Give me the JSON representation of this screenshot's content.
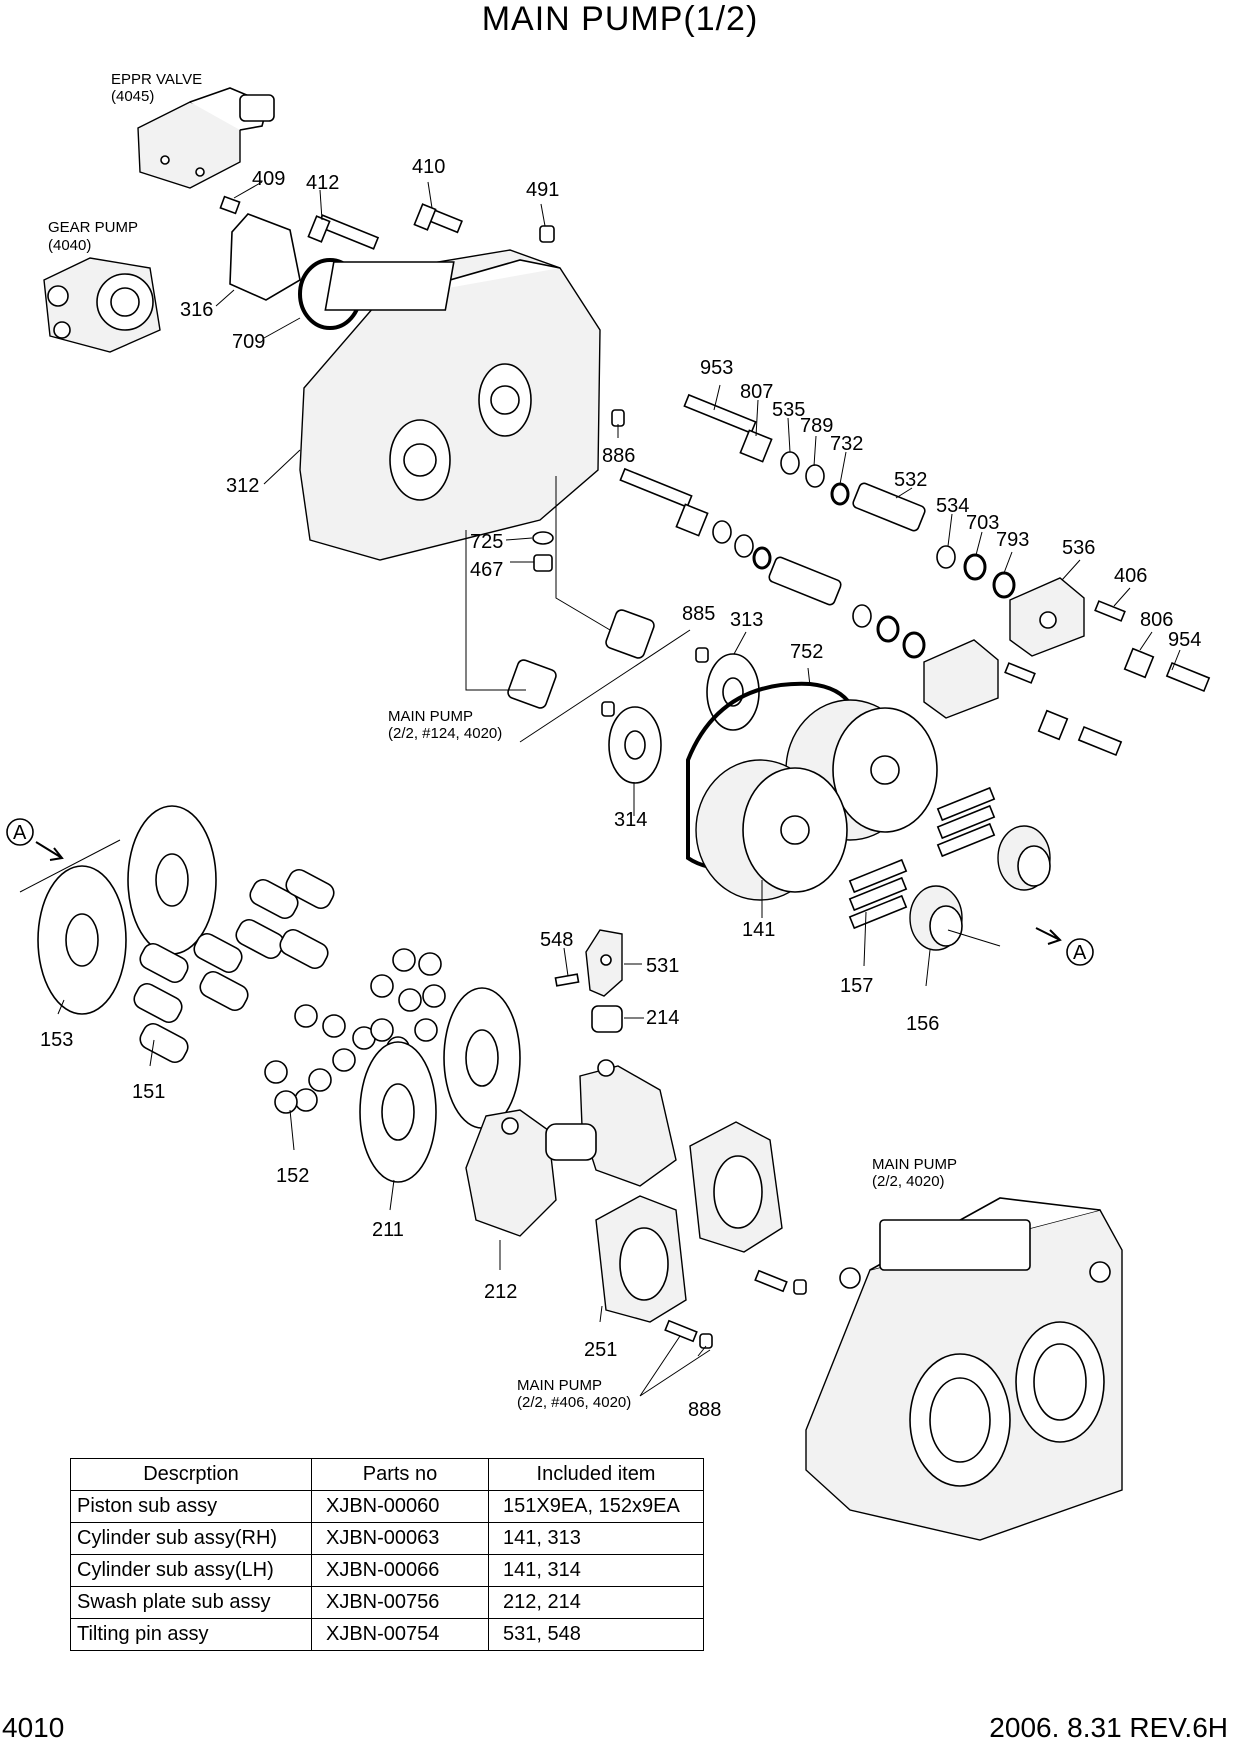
{
  "title": "MAIN PUMP(1/2)",
  "refs": {
    "eppr_valve": "EPPR VALVE",
    "eppr_code": "(4045)",
    "gear_pump": "GEAR PUMP",
    "gear_code": "(4040)",
    "main_pump_124": "MAIN PUMP",
    "main_pump_124_code": "(2/2, #124, 4020)",
    "main_pump_4020": "MAIN PUMP",
    "main_pump_4020_code": "(2/2, 4020)",
    "main_pump_406": "MAIN PUMP",
    "main_pump_406_code": "(2/2, #406, 4020)",
    "view_a": "A"
  },
  "callouts": {
    "c409": "409",
    "c412": "412",
    "c410": "410",
    "c491": "491",
    "c316": "316",
    "c709": "709",
    "c312": "312",
    "c886": "886",
    "c725": "725",
    "c467": "467",
    "c953": "953",
    "c807": "807",
    "c535": "535",
    "c789": "789",
    "c732": "732",
    "c532": "532",
    "c534": "534",
    "c703": "703",
    "c793": "793",
    "c536": "536",
    "c406": "406",
    "c806": "806",
    "c954": "954",
    "c885": "885",
    "c313": "313",
    "c752": "752",
    "c314": "314",
    "c141": "141",
    "c157": "157",
    "c156": "156",
    "c153": "153",
    "c151": "151",
    "c152": "152",
    "c548": "548",
    "c531": "531",
    "c214": "214",
    "c211": "211",
    "c212": "212",
    "c251": "251",
    "c888": "888"
  },
  "table": {
    "headers": [
      "Descrption",
      "Parts no",
      "Included item"
    ],
    "rows": [
      [
        "Piston sub assy",
        "XJBN-00060",
        "151X9EA, 152x9EA"
      ],
      [
        "Cylinder sub assy(RH)",
        "XJBN-00063",
        "141, 313"
      ],
      [
        "Cylinder sub assy(LH)",
        "XJBN-00066",
        "141, 314"
      ],
      [
        "Swash plate sub assy",
        "XJBN-00756",
        "212, 214"
      ],
      [
        "Tilting pin assy",
        "XJBN-00754",
        "531, 548"
      ]
    ]
  },
  "footer": {
    "page": "4010",
    "revision": "2006. 8.31  REV.6H"
  }
}
